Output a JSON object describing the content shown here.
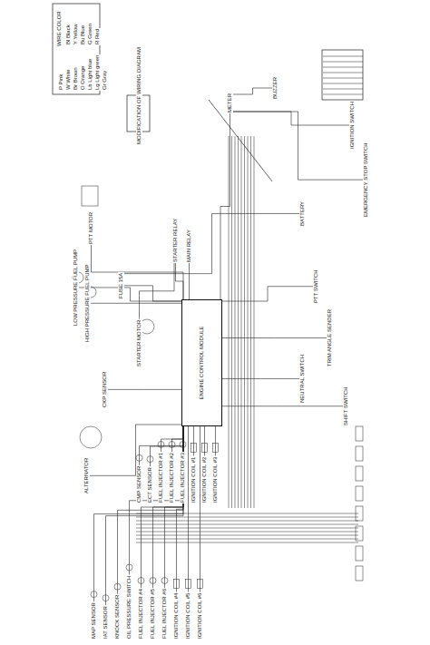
{
  "diagram": {
    "nodes": [
      {
        "text": [
          "ENGINE CONTROL MODULE"
        ]
      },
      {
        "text": [
          "CMP SENSOR"
        ]
      },
      {
        "text": [
          "ECT SENSOR"
        ]
      },
      {
        "text": [
          "FUEL INJECTOR #1"
        ]
      },
      {
        "text": [
          "FUEL INJECTOR #2"
        ]
      },
      {
        "text": [
          "FUEL INJECTOR #3"
        ]
      },
      {
        "text": [
          "IGNITION COIL #1"
        ]
      },
      {
        "text": [
          "IGNITION COIL #2"
        ]
      },
      {
        "text": [
          "IGNITION COIL #3"
        ]
      },
      {
        "text": [
          "MAP SENSOR"
        ]
      },
      {
        "text": [
          "IAT SENSOR"
        ]
      },
      {
        "text": [
          "KNOCK SENSOR"
        ]
      },
      {
        "text": [
          "OIL PRESSURE SWITCH"
        ]
      },
      {
        "text": [
          "FUEL INJECTOR #4"
        ]
      },
      {
        "text": [
          "FUEL INJECTOR #5"
        ]
      },
      {
        "text": [
          "FUEL INJECTOR #6"
        ]
      },
      {
        "text": [
          "IGNITION COIL #4"
        ]
      },
      {
        "text": [
          "IGNITION COIL #5"
        ]
      },
      {
        "text": [
          "IGNITION COIL #6"
        ]
      },
      {
        "text": [
          "ALTERNATOR"
        ]
      },
      {
        "text": [
          "CKP SENSOR"
        ]
      },
      {
        "text": [
          "STARTER MOTOR"
        ]
      },
      {
        "text": [
          "LOW PRESSURE FUEL PUMP"
        ]
      },
      {
        "text": [
          "HIGH PRESSURE FUEL PUMP"
        ]
      },
      {
        "text": [
          "FUSE 15A"
        ]
      },
      {
        "text": [
          "PTT MOTOR"
        ]
      },
      {
        "text": [
          "STARTER RELAY"
        ]
      },
      {
        "text": [
          "MAIN RELAY"
        ]
      },
      {
        "text": [
          "NEUTRAL SWITCH"
        ]
      },
      {
        "text": [
          "PTT SWITCH"
        ]
      },
      {
        "text": [
          "TRIM ANGLE SENDER"
        ]
      },
      {
        "text": [
          "SHIFT SWITCH"
        ]
      },
      {
        "text": [
          "METER"
        ]
      },
      {
        "text": [
          "BUZZER"
        ]
      },
      {
        "text": [
          "IGNITION SWITCH"
        ]
      },
      {
        "text": [
          "EMERGENCY STOP SWITCH"
        ]
      },
      {
        "text": [
          "BATTERY"
        ]
      }
    ],
    "edges": [
      {
        "from": 1,
        "to": 0,
        "arrow": "none"
      },
      {
        "from": 2,
        "to": 0,
        "arrow": "none"
      },
      {
        "from": 3,
        "to": 0,
        "arrow": "none"
      },
      {
        "from": 4,
        "to": 0,
        "arrow": "none"
      },
      {
        "from": 5,
        "to": 0,
        "arrow": "none"
      },
      {
        "from": 6,
        "to": 0,
        "arrow": "none"
      },
      {
        "from": 7,
        "to": 0,
        "arrow": "none"
      },
      {
        "from": 8,
        "to": 0,
        "arrow": "none"
      },
      {
        "from": 9,
        "to": 0,
        "arrow": "none"
      },
      {
        "from": 10,
        "to": 0,
        "arrow": "none"
      },
      {
        "from": 11,
        "to": 0,
        "arrow": "none"
      },
      {
        "from": 12,
        "to": 0,
        "arrow": "none"
      },
      {
        "from": 13,
        "to": 0,
        "arrow": "none"
      },
      {
        "from": 14,
        "to": 0,
        "arrow": "none"
      },
      {
        "from": 15,
        "to": 0,
        "arrow": "none"
      },
      {
        "from": 16,
        "to": 0,
        "arrow": "none"
      },
      {
        "from": 17,
        "to": 0,
        "arrow": "none"
      },
      {
        "from": 18,
        "to": 0,
        "arrow": "none"
      },
      {
        "from": 19,
        "to": 0,
        "arrow": "none"
      },
      {
        "from": 20,
        "to": 0,
        "arrow": "none"
      },
      {
        "from": 21,
        "to": 26,
        "arrow": "none"
      },
      {
        "from": 22,
        "to": 0,
        "arrow": "none"
      },
      {
        "from": 23,
        "to": 0,
        "arrow": "none"
      },
      {
        "from": 24,
        "to": 0,
        "arrow": "none"
      },
      {
        "from": 25,
        "to": 0,
        "arrow": "none"
      },
      {
        "from": 26,
        "to": 0,
        "arrow": "none"
      },
      {
        "from": 27,
        "to": 0,
        "arrow": "none"
      },
      {
        "from": 28,
        "to": 0,
        "arrow": "none"
      },
      {
        "from": 29,
        "to": 0,
        "arrow": "none"
      },
      {
        "from": 30,
        "to": 0,
        "arrow": "none"
      },
      {
        "from": 31,
        "to": 0,
        "arrow": "none"
      },
      {
        "from": 32,
        "to": 0,
        "arrow": "none"
      },
      {
        "from": 33,
        "to": 32,
        "arrow": "none"
      },
      {
        "from": 34,
        "to": 32,
        "arrow": "none"
      },
      {
        "from": 35,
        "to": 32,
        "arrow": "none"
      },
      {
        "from": 36,
        "to": 24,
        "arrow": "none"
      }
    ],
    "labels": [
      "WIRE COLOR",
      "Bl Black",
      "Y Yellow",
      "Bu Blue",
      "G Green",
      "R Red",
      "W White",
      "Br Brown",
      "O Orange",
      "Lb Light blue",
      "Lg Light green",
      "P Pink",
      "Gr Gray",
      "MODIFICATION OF WIRING DIAGRAM"
    ]
  }
}
